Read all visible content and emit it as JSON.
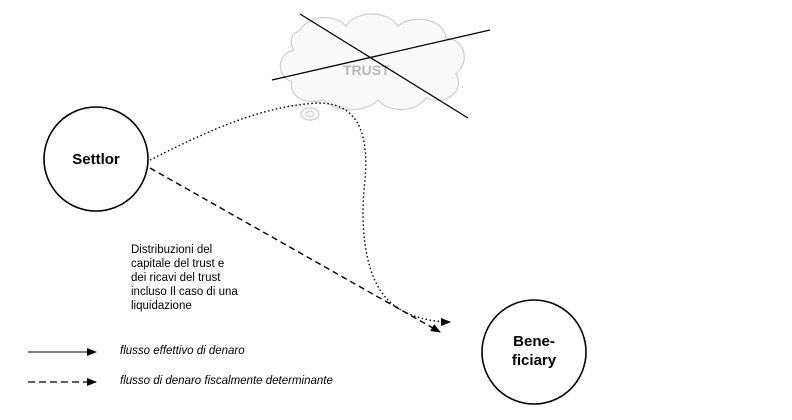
{
  "nodes": {
    "settlor": {
      "label": "Settlor"
    },
    "trust": {
      "label": "TRUST"
    },
    "beneficiary": {
      "label_line1": "Bene-",
      "label_line2": "ficiary"
    }
  },
  "annotation": {
    "text": "Distribuzioni del\ncapitale del trust e\ndei ricavi del trust\nincluso Il caso di una\nliquidazione"
  },
  "legend": {
    "solid": "flusso effettivo di denaro",
    "dashed": "flusso di denaro fiscalmente determinante"
  }
}
